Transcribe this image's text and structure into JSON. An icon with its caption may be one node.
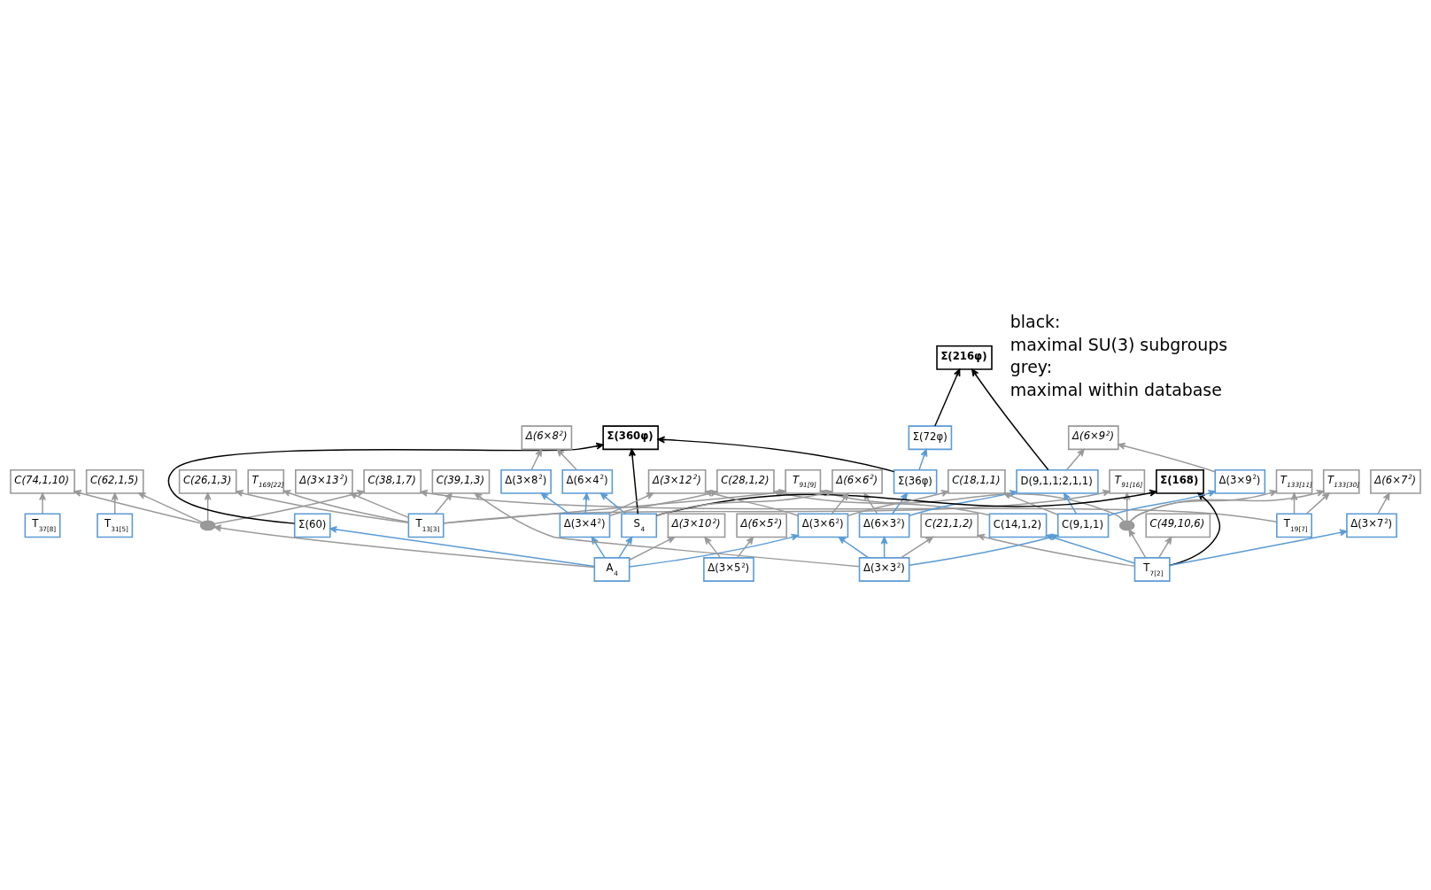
{
  "diagram": {
    "nodes": [
      {
        "text": [
          "Δ(3×13$^{2}$)"
        ]
      },
      {
        "text": [
          "T$_{13[3]}$"
        ]
      },
      {
        "text": [
          "T$_{91[16]}$"
        ]
      },
      {
        "text": [
          "T$_{91[9]}$"
        ]
      },
      {
        "text": [
          "C(39,1,3)"
        ]
      },
      {
        "text": [
          "T$_{169[22]}$"
        ]
      },
      {
        "text": [
          "C(38,1,7)"
        ]
      },
      {
        "text": [
          "T$_{133[30]}$"
        ]
      },
      {
        "text": [
          "T$_{133[11]}$"
        ]
      },
      {
        "text": [
          "C(26,1,3)"
        ]
      },
      {
        "text": [
          "T$_{19[7]}$"
        ]
      },
      {
        "text": [],
        "shape": "circle"
      },
      {
        "text": [
          "T$_{37[8]}$"
        ]
      },
      {
        "text": [
          "C(74,1,10)"
        ]
      },
      {
        "text": [],
        "shape": "circle"
      },
      {
        "text": [
          "C(62,1,5)"
        ]
      },
      {
        "text": [
          "C(28,1,2)"
        ]
      },
      {
        "text": [
          "Σ(360φ)"
        ]
      },
      {
        "text": [
          "T$_{31[5]}$"
        ]
      },
      {
        "text": [
          "C(49,10,6)"
        ]
      },
      {
        "text": [
          "Σ(216φ)"
        ]
      },
      {
        "text": [
          "Δ(6×9$^{2}$)"
        ]
      },
      {
        "text": [
          "Σ(60)"
        ]
      },
      {
        "text": [
          "Δ(6×8$^{2}$)"
        ]
      },
      {
        "text": [
          "C(14,1,2)"
        ]
      },
      {
        "text": [
          "Δ(6×7$^{2}$)"
        ]
      },
      {
        "text": [
          "D(9,1,1;2,1,1)"
        ]
      },
      {
        "text": [
          "Σ(72φ)"
        ]
      },
      {
        "text": [
          "Δ(3×8$^{2}$)"
        ]
      },
      {
        "text": [
          "Σ(168)"
        ]
      },
      {
        "text": [
          "Δ(6×4$^{2}$)"
        ]
      },
      {
        "text": [
          "Σ(36φ)"
        ]
      },
      {
        "text": [
          "Δ(3×7$^{2}$)"
        ]
      },
      {
        "text": [
          "Δ(3×9$^{2}$)"
        ]
      },
      {
        "text": [
          "C(18,1,1)"
        ]
      },
      {
        "text": [
          "Δ(6×3$^{2}$)"
        ]
      },
      {
        "text": [
          "Δ(6×6$^{2}$)"
        ]
      },
      {
        "text": [
          "C(21,1,2)"
        ]
      },
      {
        "text": [
          "T$_{7[2]}$"
        ]
      },
      {
        "text": [
          "Δ(3×12$^{2}$)"
        ]
      },
      {
        "text": [
          "C(9,1,1)"
        ]
      },
      {
        "text": [
          "S$_{4}$"
        ]
      },
      {
        "text": [
          "Δ(3×10$^{2}$)"
        ]
      },
      {
        "text": [
          "Δ(6×5$^{2}$)"
        ]
      },
      {
        "text": [
          "Δ(3×6$^{2}$)"
        ]
      },
      {
        "text": [
          "Δ(3×4$^{2}$)"
        ]
      },
      {
        "text": [
          "A$_{4}$"
        ]
      },
      {
        "text": [
          "Δ(3×3$^{2}$)"
        ]
      },
      {
        "text": [
          "Δ(3×5$^{2}$)"
        ]
      }
    ],
    "edges": [
      {
        "from": 1,
        "to": 0,
        "arrow": "to"
      },
      {
        "from": 1,
        "to": 2,
        "arrow": "to"
      },
      {
        "from": 1,
        "to": 3,
        "arrow": "to"
      },
      {
        "from": 1,
        "to": 4,
        "arrow": "to"
      },
      {
        "from": 1,
        "to": 5,
        "arrow": "to"
      },
      {
        "from": 1,
        "to": 9,
        "arrow": "to"
      },
      {
        "from": 14,
        "to": 2,
        "arrow": "to"
      },
      {
        "from": 14,
        "to": 3,
        "arrow": "to"
      },
      {
        "from": 14,
        "to": 7,
        "arrow": "to"
      },
      {
        "from": 14,
        "to": 8,
        "arrow": "to"
      },
      {
        "from": 10,
        "to": 6,
        "arrow": "to"
      },
      {
        "from": 10,
        "to": 7,
        "arrow": "to"
      },
      {
        "from": 10,
        "to": 8,
        "arrow": "to"
      },
      {
        "from": 11,
        "to": 13,
        "arrow": "to"
      },
      {
        "from": 11,
        "to": 9,
        "arrow": "to"
      },
      {
        "from": 11,
        "to": 6,
        "arrow": "to"
      },
      {
        "from": 11,
        "to": 15,
        "arrow": "to"
      },
      {
        "from": 12,
        "to": 13,
        "arrow": "to"
      },
      {
        "from": 18,
        "to": 15,
        "arrow": "to"
      },
      {
        "from": 24,
        "to": 16,
        "arrow": "to"
      },
      {
        "from": 38,
        "to": 14,
        "arrow": "to"
      },
      {
        "from": 38,
        "to": 19,
        "arrow": "to"
      },
      {
        "from": 38,
        "to": 37,
        "arrow": "to"
      },
      {
        "from": 38,
        "to": 29,
        "arrow": "to",
        "color": "#000000"
      },
      {
        "from": 38,
        "to": 24,
        "arrow": "to",
        "color": "#5b9bd5"
      },
      {
        "from": 38,
        "to": 32,
        "arrow": "to",
        "color": "#5b9bd5"
      },
      {
        "from": 32,
        "to": 25,
        "arrow": "to"
      },
      {
        "from": 46,
        "to": 11,
        "arrow": "to"
      },
      {
        "from": 45,
        "to": 16,
        "arrow": "to"
      },
      {
        "from": 41,
        "to": 36,
        "arrow": "to"
      },
      {
        "from": 41,
        "to": 17,
        "arrow": "to",
        "color": "#000000"
      },
      {
        "from": 41,
        "to": 29,
        "arrow": "to",
        "color": "#000000"
      },
      {
        "from": 41,
        "to": 30,
        "arrow": "to",
        "color": "#5b9bd5"
      },
      {
        "from": 46,
        "to": 41,
        "arrow": "to",
        "color": "#5b9bd5"
      },
      {
        "from": 46,
        "to": 45,
        "arrow": "to",
        "color": "#5b9bd5"
      },
      {
        "from": 46,
        "to": 44,
        "arrow": "to",
        "color": "#5b9bd5"
      },
      {
        "from": 46,
        "to": 42,
        "arrow": "to"
      },
      {
        "from": 46,
        "to": 22,
        "arrow": "to",
        "color": "#5b9bd5"
      },
      {
        "from": 45,
        "to": 28,
        "arrow": "to",
        "color": "#5b9bd5"
      },
      {
        "from": 45,
        "to": 30,
        "arrow": "to",
        "color": "#5b9bd5"
      },
      {
        "from": 45,
        "to": 39,
        "arrow": "to"
      },
      {
        "from": 30,
        "to": 23,
        "arrow": "to"
      },
      {
        "from": 28,
        "to": 23,
        "arrow": "to"
      },
      {
        "from": 44,
        "to": 39,
        "arrow": "to"
      },
      {
        "from": 44,
        "to": 36,
        "arrow": "to"
      },
      {
        "from": 44,
        "to": 34,
        "arrow": "to"
      },
      {
        "from": 35,
        "to": 36,
        "arrow": "to"
      },
      {
        "from": 35,
        "to": 26,
        "arrow": "to",
        "color": "#5b9bd5"
      },
      {
        "from": 35,
        "to": 31,
        "arrow": "to",
        "color": "#5b9bd5"
      },
      {
        "from": 31,
        "to": 27,
        "arrow": "to",
        "color": "#5b9bd5"
      },
      {
        "from": 31,
        "to": 17,
        "arrow": "to",
        "color": "#000000"
      },
      {
        "from": 27,
        "to": 20,
        "arrow": "to",
        "color": "#000000"
      },
      {
        "from": 22,
        "to": 17,
        "arrow": "to",
        "color": "#000000"
      },
      {
        "from": 26,
        "to": 20,
        "arrow": "to",
        "color": "#000000"
      },
      {
        "from": 26,
        "to": 21,
        "arrow": "to"
      },
      {
        "from": 33,
        "to": 21,
        "arrow": "to"
      },
      {
        "from": 40,
        "to": 33,
        "arrow": "to",
        "color": "#5b9bd5"
      },
      {
        "from": 40,
        "to": 26,
        "arrow": "to",
        "color": "#5b9bd5"
      },
      {
        "from": 40,
        "to": 34,
        "arrow": "to"
      },
      {
        "from": 47,
        "to": 40,
        "arrow": "to",
        "color": "#5b9bd5"
      },
      {
        "from": 47,
        "to": 35,
        "arrow": "to",
        "color": "#5b9bd5"
      },
      {
        "from": 47,
        "to": 4,
        "arrow": "to"
      },
      {
        "from": 47,
        "to": 37,
        "arrow": "to"
      },
      {
        "from": 47,
        "to": 44,
        "arrow": "to",
        "color": "#5b9bd5"
      },
      {
        "from": 48,
        "to": 42,
        "arrow": "to"
      },
      {
        "from": 48,
        "to": 43,
        "arrow": "to"
      }
    ],
    "labels": [
      "black:",
      "maximal SU(3) subgroups",
      "grey:",
      "maximal within database"
    ]
  }
}
